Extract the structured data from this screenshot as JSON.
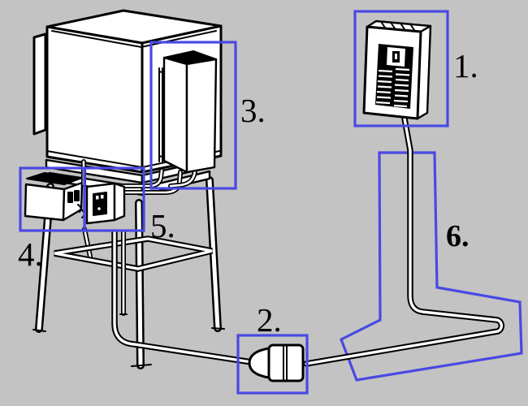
{
  "diagram": {
    "colors": {
      "background": "#c3c3c3",
      "line": "#000000",
      "highlight": "#4949e3"
    },
    "annotations": [
      {
        "label": "1.",
        "name": "breaker-panel"
      },
      {
        "label": "2.",
        "name": "power-plug"
      },
      {
        "label": "3.",
        "name": "control-box"
      },
      {
        "label": "4.",
        "name": "contactor-box"
      },
      {
        "label": "5.",
        "name": "switch-box"
      },
      {
        "label": "6.",
        "name": "power-cable-run"
      }
    ]
  }
}
